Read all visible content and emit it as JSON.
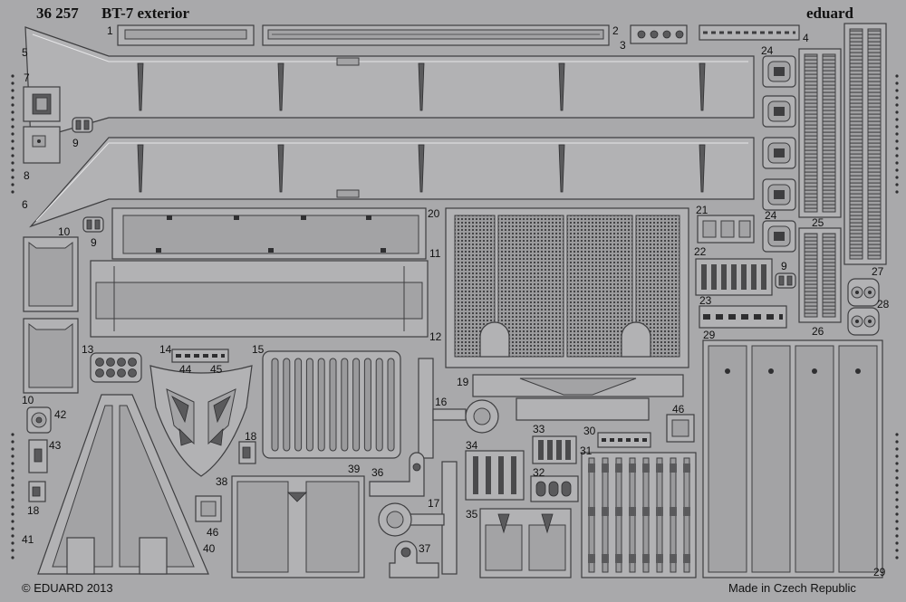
{
  "header": {
    "code": "36 257",
    "title": "BT-7 exterior",
    "brand": "eduard"
  },
  "footer": {
    "copyright": "© EDUARD 2013",
    "origin": "Made in Czech Republic"
  },
  "part_numbers": {
    "p1": "1",
    "p2": "2",
    "p3": "3",
    "p4": "4",
    "p5": "5",
    "p6": "6",
    "p7": "7",
    "p8": "8",
    "p9a": "9",
    "p9b": "9",
    "p9c": "9",
    "p10a": "10",
    "p10b": "10",
    "p11": "11",
    "p12": "12",
    "p13": "13",
    "p14": "14",
    "p15": "15",
    "p16": "16",
    "p17": "17",
    "p18a": "18",
    "p18b": "18",
    "p19": "19",
    "p20": "20",
    "p21": "21",
    "p22": "22",
    "p23": "23",
    "p24a": "24",
    "p24b": "24",
    "p25": "25",
    "p26": "26",
    "p27": "27",
    "p28": "28",
    "p29a": "29",
    "p29b": "29",
    "p30": "30",
    "p31": "31",
    "p32": "32",
    "p33": "33",
    "p34": "34",
    "p35": "35",
    "p36": "36",
    "p37": "37",
    "p38": "38",
    "p39": "39",
    "p40": "40",
    "p41": "41",
    "p42": "42",
    "p43": "43",
    "p44": "44",
    "p45": "45",
    "p46a": "46",
    "p46b": "46"
  }
}
